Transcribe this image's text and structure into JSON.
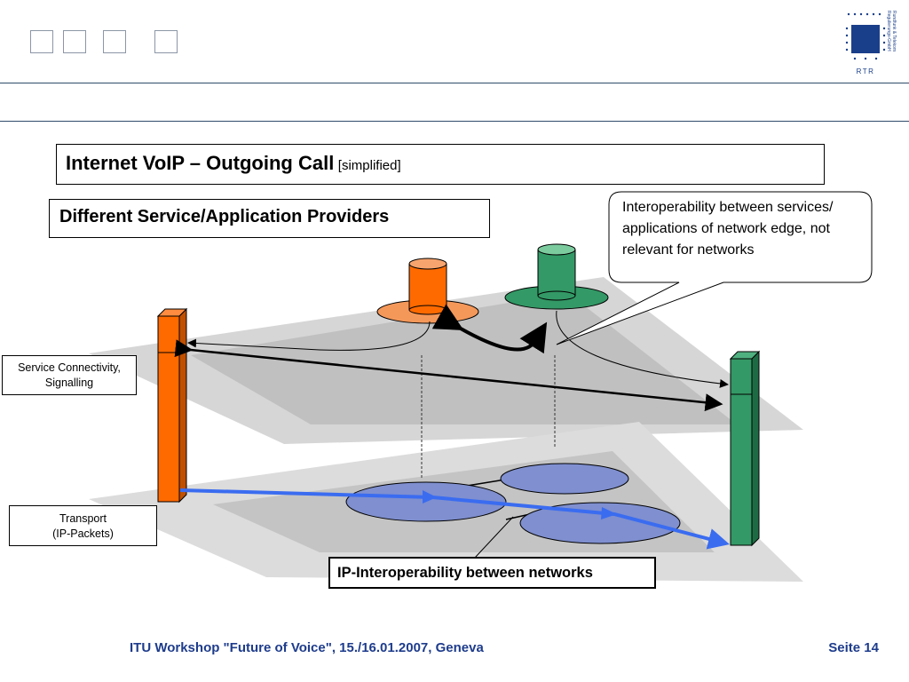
{
  "header": {
    "logo_text": "RTR",
    "logo_subtext": "Rundfunk & Telekom Regulierungs-GmbH"
  },
  "title": {
    "main": "Internet VoIP – Outgoing Call",
    "sub": "[simplified]"
  },
  "subtitle_box": "Different Service/Application Providers",
  "callout": "Interoperability between services/ applications of network edge, not relevant for networks",
  "labels": {
    "service_layer": "Service Connectivity,\nSignalling",
    "transport_layer": "Transport\n(IP-Packets)",
    "ip_interop": "IP-Interoperability between networks"
  },
  "colors": {
    "orange": "#ff6a00",
    "green": "#339966",
    "blue_arrow": "#3a6cf0",
    "network_blue": "#7f8fcf",
    "plane_gray": "#d9d9d9"
  },
  "footer": {
    "left": "ITU Workshop \"Future of Voice\", 15./16.01.2007, Geneva",
    "right": "Seite 14"
  }
}
